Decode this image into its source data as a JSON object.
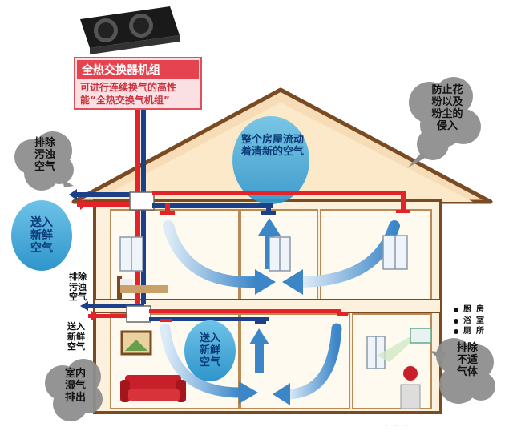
{
  "unit_box": {
    "title": "全热交换器机组",
    "desc_line1": "可进行连续换气的高性",
    "desc_line2": "能“全热交换气机组”"
  },
  "clouds": {
    "exhaust_dirty": "排除\n污浊\n空气",
    "prevent_pollen": "防止花\n粉以及\n粉尘的\n侵入",
    "indoor_humid": "室内\n湿气\n排出",
    "exhaust_bad": "排除\n不适\n气体"
  },
  "fresh_air_outside": "送入\n新鲜\n空气",
  "fresh_air_room": "送入\n新鲜\n空气",
  "attic_text": "整个房屋流动\n着清新的空气",
  "side_labels": {
    "exhaust_2f": "排除\n污浊\n空气",
    "supply_2f": "送入\n新鲜\n空气"
  },
  "legend": {
    "col1": [
      "厨",
      "浴",
      "厕"
    ],
    "col2": [
      "房",
      "室",
      "所"
    ]
  },
  "colors": {
    "roof": "#f6ddb7",
    "wall": "#fbf1dc",
    "frame": "#7a4a22",
    "supply_duct": "#e2232a",
    "exhaust_duct": "#1c3f8a",
    "airflow": "#4a90d0",
    "cloud": "#8a8a8a",
    "bubble": "#43a7d6"
  },
  "icons": [
    "ventilation-unit-icon",
    "bed-icon",
    "sofa-icon",
    "window-icon",
    "painting-icon",
    "fan-icon",
    "door-icon"
  ]
}
